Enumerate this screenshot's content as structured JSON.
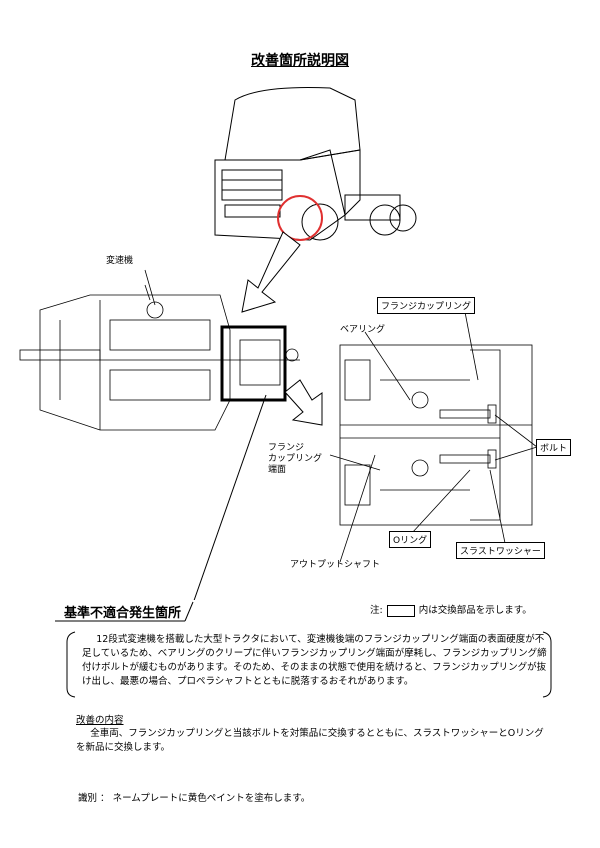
{
  "title": "改善箇所説明図",
  "labels": {
    "transmission": "変速機",
    "flange_coupling": "フランジカップリング",
    "bearing": "ベアリング",
    "bolt": "ボルト",
    "flange_face_1": "フランジ",
    "flange_face_2": "カップリング",
    "flange_face_3": "端面",
    "o_ring": "Oリング",
    "thrust_washer": "スラストワッシャー",
    "output_shaft": "アウトプットシャフト"
  },
  "defect_section": {
    "heading": "基準不適合発生箇所",
    "note_prefix": "注:",
    "note_suffix": "内は交換部品を示します。",
    "description": "12段式変速機を搭載した大型トラクタにおいて、変速機後端のフランジカップリング端面の表面硬度が不足しているため、ベアリングのクリープに伴いフランジカップリング端面が摩耗し、フランジカップリング締付けボルトが緩むものがあります。そのため、そのままの状態で使用を続けると、フランジカップリングが抜け出し、最悪の場合、プロペラシャフトとともに脱落するおそれがあります。"
  },
  "improvement": {
    "heading": "改善の内容",
    "text": "全車両、フランジカップリングと当該ボルトを対策品に交換するとともに、スラストワッシャーとOリングを新品に交換します。"
  },
  "identification": {
    "label": "識別",
    "separator": "：",
    "text": "ネームプレートに黄色ペイントを塗布します。"
  },
  "colors": {
    "highlight_circle": "#e03030"
  }
}
